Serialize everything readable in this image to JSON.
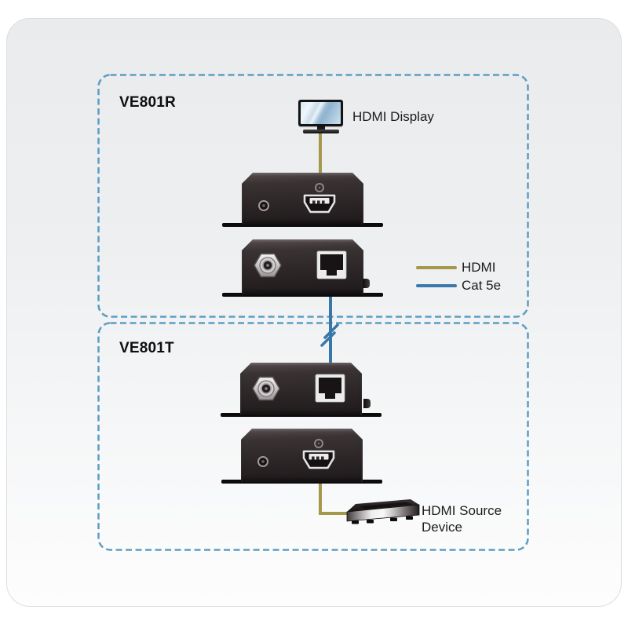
{
  "zones": {
    "border_color": "#5e9cc2",
    "receiver": {
      "label": "VE801R"
    },
    "transmitter": {
      "label": "VE801T"
    }
  },
  "peripherals": {
    "display": {
      "label": "HDMI Display",
      "icon": "monitor-icon"
    },
    "source": {
      "label": "HDMI Source Device",
      "icon": "media-player-icon"
    }
  },
  "legend": {
    "items": [
      {
        "label": "HDMI",
        "color": "#a6984b"
      },
      {
        "label": "Cat 5e",
        "color": "#3b79ab"
      }
    ]
  },
  "connections": {
    "hdmi_cable_color": "#a6984b",
    "cat5e_cable_color": "#3a77a9"
  }
}
